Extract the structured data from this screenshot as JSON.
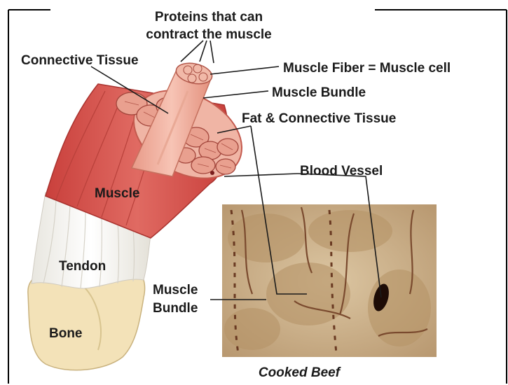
{
  "labels": {
    "proteins_line1": "Proteins that can",
    "proteins_line2": "contract the muscle",
    "connective_tissue": "Connective Tissue",
    "muscle_fiber": "Muscle Fiber = Muscle cell",
    "muscle_bundle_top": "Muscle Bundle",
    "fat_connective": "Fat & Connective Tissue",
    "blood_vessel": "Blood Vessel",
    "muscle": "Muscle",
    "tendon": "Tendon",
    "bone": "Bone",
    "muscle_bundle_photo_line1": "Muscle",
    "muscle_bundle_photo_line2": "Bundle",
    "photo_caption": "Cooked Beef"
  },
  "colors": {
    "muscle_red": "#d9534f",
    "muscle_light": "#f0a79a",
    "fiber_pink": "#f4b3a2",
    "tendon_white": "#f2f0ea",
    "bone_cream": "#f3e2b8",
    "beef_tan": "#c9ad86"
  }
}
